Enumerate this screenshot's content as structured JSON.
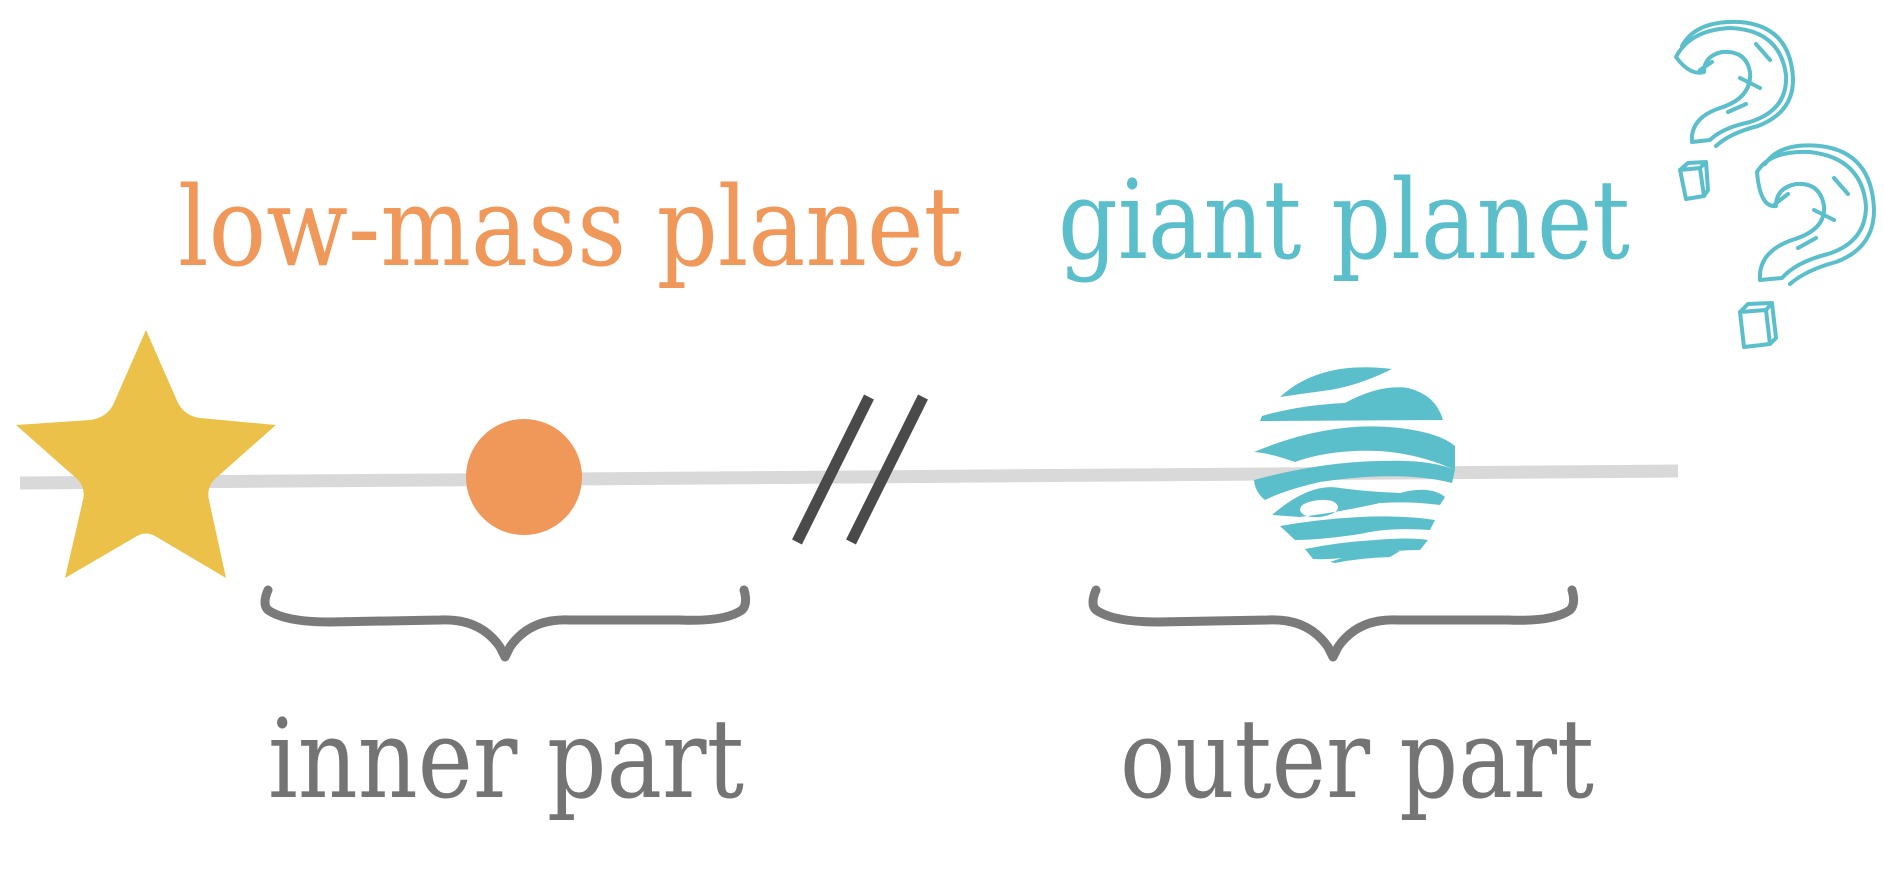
{
  "labels": {
    "low_mass_planet": "low-mass planet",
    "giant_planet": "giant planet",
    "inner_part": "inner part",
    "outer_part": "outer part"
  },
  "colors": {
    "low_mass": "#f0975a",
    "giant": "#5bbfcb",
    "star": "#ecc14a",
    "text_gray": "#747474",
    "axis_line": "#d9d9d9",
    "break_mark": "#4a4a4a",
    "brace": "#7a7a7a"
  },
  "icons": {
    "star": "star-icon",
    "low_mass_planet": "planet-circle-icon",
    "giant_planet": "banded-planet-icon",
    "break": "axis-break-icon",
    "question_marks": "question-mark-icon"
  }
}
